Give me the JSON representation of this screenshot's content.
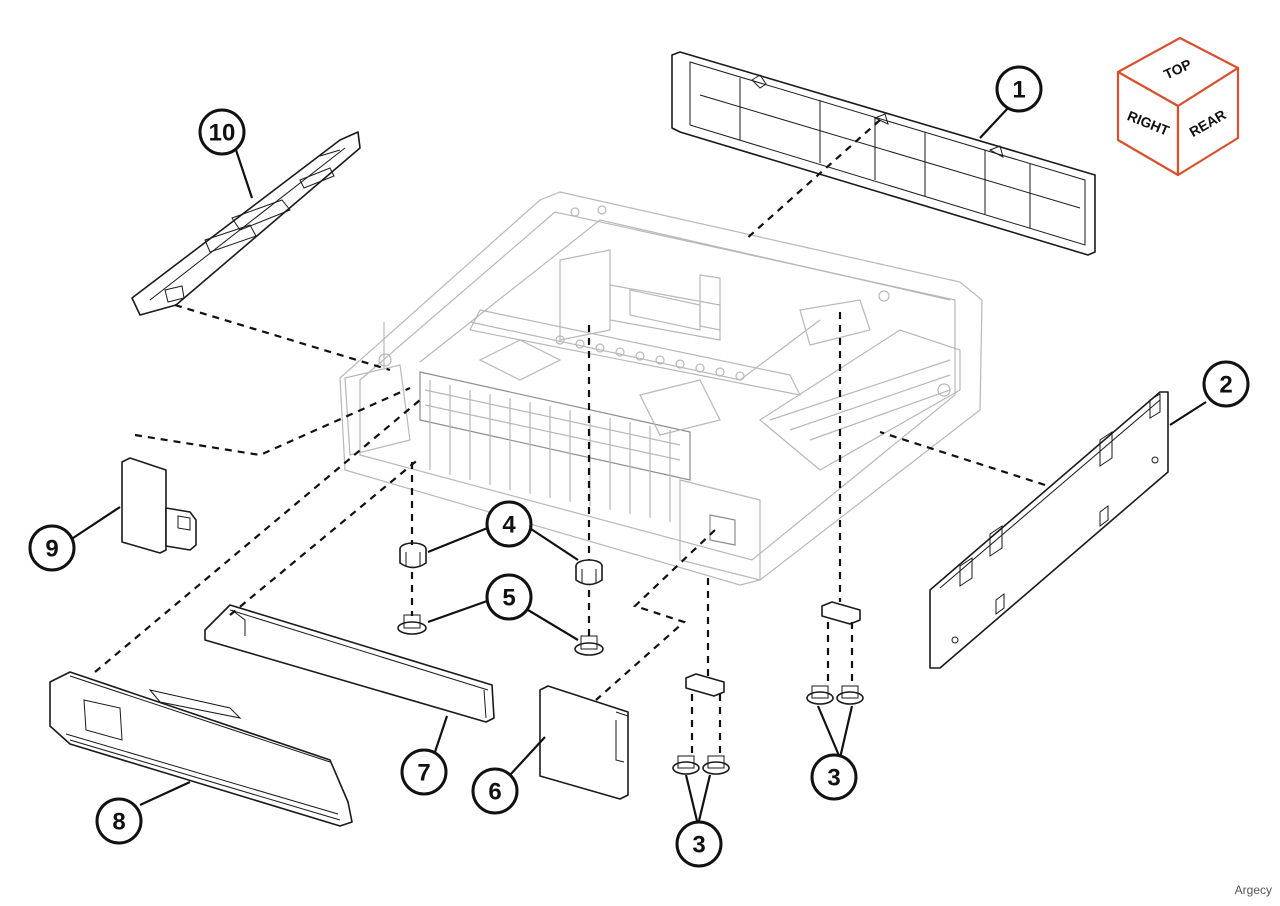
{
  "callouts": [
    {
      "id": "1",
      "label": "1"
    },
    {
      "id": "2",
      "label": "2"
    },
    {
      "id": "3a",
      "label": "3"
    },
    {
      "id": "3b",
      "label": "3"
    },
    {
      "id": "4",
      "label": "4"
    },
    {
      "id": "5",
      "label": "5"
    },
    {
      "id": "6",
      "label": "6"
    },
    {
      "id": "7",
      "label": "7"
    },
    {
      "id": "8",
      "label": "8"
    },
    {
      "id": "9",
      "label": "9"
    },
    {
      "id": "10",
      "label": "10"
    }
  ],
  "orientation_cube": {
    "top": "TOP",
    "right": "RIGHT",
    "rear": "REAR",
    "color": "#d9502f"
  },
  "watermark": "Argecy"
}
